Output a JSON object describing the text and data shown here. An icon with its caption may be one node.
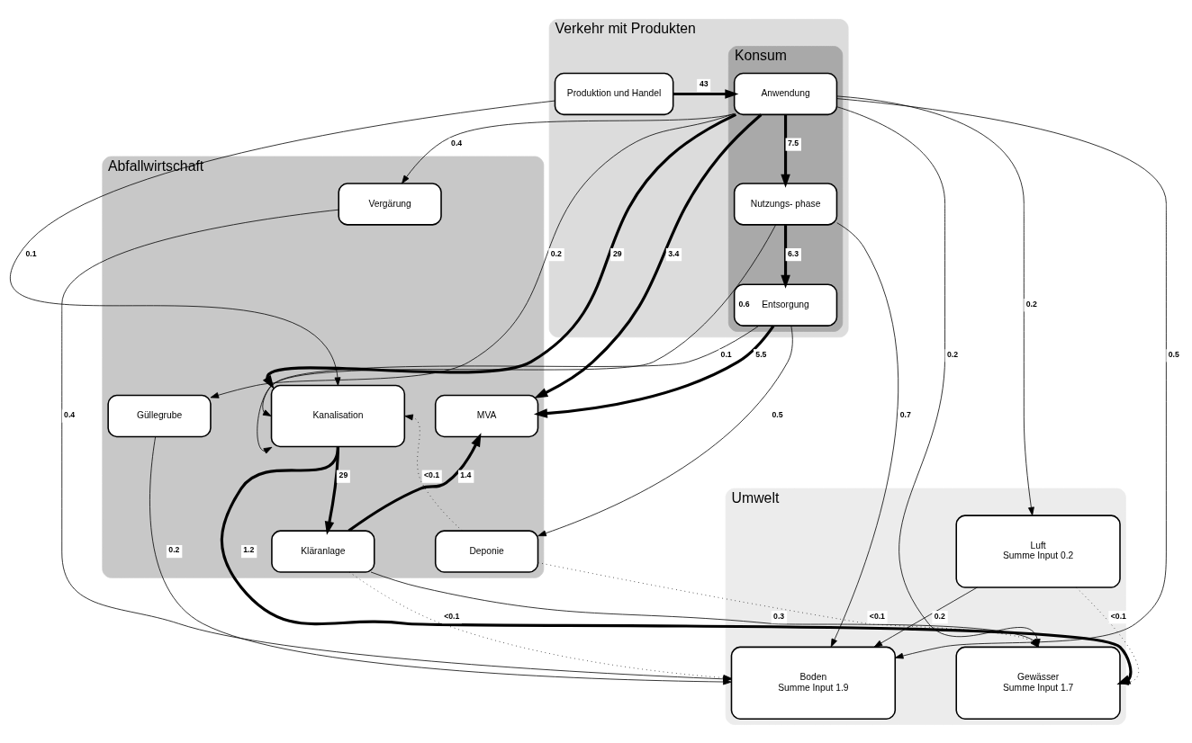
{
  "diagram": {
    "nodes": [
      {
        "text": [
          "Verkehr mit Produkten"
        ]
      },
      {
        "text": [
          "Produktion und Handel"
        ],
        "in": 0
      },
      {
        "text": [
          "Konsum"
        ],
        "in": 0
      },
      {
        "text": [
          "Anwendung"
        ],
        "in": 2
      },
      {
        "text": [
          "Nutzungs- phase"
        ],
        "in": 2
      },
      {
        "text": [
          "Entsorgung"
        ],
        "in": 2
      },
      {
        "text": [
          "Abfallwirtschaft"
        ]
      },
      {
        "text": [
          "Kanalisation"
        ],
        "in": 6
      },
      {
        "text": [
          "Kläranlage"
        ],
        "in": 6
      },
      {
        "text": [
          "Güllegrube"
        ],
        "in": 6
      },
      {
        "text": [
          "Vergärung"
        ],
        "in": 6
      },
      {
        "text": [
          "MVA"
        ],
        "in": 6
      },
      {
        "text": [
          "Deponie"
        ],
        "in": 6
      },
      {
        "text": [
          "Umwelt"
        ]
      },
      {
        "text": [
          "Gewässer",
          "Summe Input 1.7"
        ],
        "in": 13
      },
      {
        "text": [
          "Luft",
          "Summe Input 0.2"
        ],
        "in": 13
      },
      {
        "text": [
          "Boden",
          "Summe Input 1.9"
        ],
        "in": 13
      }
    ],
    "edges": [
      {
        "from": 1,
        "to": 3,
        "arrow": "to",
        "label": "43",
        "style": "thick"
      },
      {
        "from": 1,
        "to": 7,
        "arrow": "to",
        "label": "0.1"
      },
      {
        "from": 3,
        "to": 11,
        "arrow": "to",
        "label": "3.4",
        "style": "thick"
      },
      {
        "from": 3,
        "to": 14,
        "arrow": "to",
        "label": "0.2"
      },
      {
        "from": 3,
        "to": 4,
        "arrow": "to",
        "label": "7.5",
        "style": "thick"
      },
      {
        "from": 3,
        "to": 9,
        "arrow": "to",
        "label": "0.2"
      },
      {
        "from": 3,
        "to": 10,
        "arrow": "to",
        "label": "0.4"
      },
      {
        "from": 3,
        "to": 16,
        "arrow": "to",
        "label": "0.5"
      },
      {
        "from": 3,
        "to": 7,
        "arrow": "to",
        "label": "29",
        "style": "thick"
      },
      {
        "from": 3,
        "to": 15,
        "arrow": "to",
        "label": "0.2"
      },
      {
        "from": 4,
        "to": 5,
        "arrow": "to",
        "label": "6.3",
        "style": "thick"
      },
      {
        "from": 4,
        "to": 7,
        "arrow": "to",
        "label": "0.6"
      },
      {
        "from": 4,
        "to": 16,
        "arrow": "to",
        "label": "0.7"
      },
      {
        "from": 5,
        "to": 7,
        "arrow": "to",
        "label": "0.1"
      },
      {
        "from": 5,
        "to": 11,
        "arrow": "to",
        "label": "5.5",
        "style": "thick"
      },
      {
        "from": 5,
        "to": 12,
        "arrow": "to",
        "label": "0.5"
      },
      {
        "from": 7,
        "to": 8,
        "arrow": "to",
        "label": "29",
        "style": "thick"
      },
      {
        "from": 7,
        "to": 14,
        "arrow": "to",
        "label": "1.2",
        "style": "thick"
      },
      {
        "from": 8,
        "to": 11,
        "arrow": "to",
        "label": "1.4",
        "style": "thick"
      },
      {
        "from": 8,
        "to": 14,
        "arrow": "to",
        "label": "0.3"
      },
      {
        "from": 8,
        "to": 16,
        "arrow": "to",
        "label": "<0.1",
        "style": "dashed"
      },
      {
        "from": 9,
        "to": 16,
        "arrow": "to",
        "label": "0.2"
      },
      {
        "from": 10,
        "to": 16,
        "arrow": "to",
        "label": "0.4"
      },
      {
        "from": 12,
        "to": 7,
        "arrow": "to",
        "label": "<0.1",
        "style": "dashed"
      },
      {
        "from": 12,
        "to": 14,
        "arrow": "to",
        "label": "<0.1",
        "style": "dashed"
      },
      {
        "from": 15,
        "to": 14,
        "arrow": "to",
        "label": "<0.1",
        "style": "dashed"
      },
      {
        "from": 15,
        "to": 16,
        "arrow": "to",
        "label": "0.2"
      }
    ]
  }
}
